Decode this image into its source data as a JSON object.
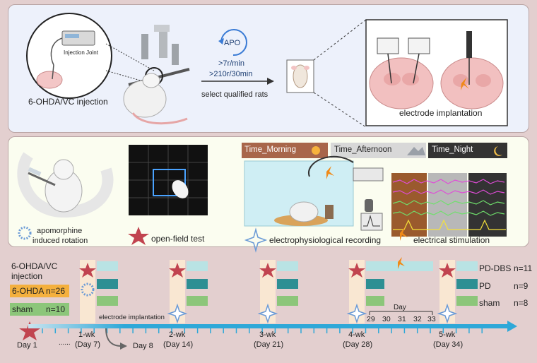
{
  "panel1": {
    "injection_joint": "Injection Joint",
    "injection_label": "6-OHDA/VC injection",
    "apo": "APO",
    "criteria_1": ">7r/min",
    "criteria_2": ">210r/30min",
    "select_label": "select qualified rats",
    "electrode_label": "electrode implantation"
  },
  "panel2": {
    "time_labels": [
      "Time_Morning",
      "Time_Afternoon",
      "Time_Night"
    ],
    "legend": {
      "apomorphine_1": "apomorphine",
      "apomorphine_2": "induced rotation",
      "open_field": "open-field test",
      "ephys": "electrophysiological recording",
      "stim": "electrical stimulation"
    }
  },
  "panel3": {
    "injection_1": "6-OHDA/VC",
    "injection_2": "injection",
    "group_6ohda": "6-OHDA",
    "group_6ohda_n": "n=26",
    "group_sham": "sham",
    "group_sham_n": "n=10",
    "electrode_implantation": "electrode implantation",
    "timepoints": [
      {
        "week": "1-wk",
        "day": "(Day 7)"
      },
      {
        "week": "2-wk",
        "day": "(Day 14)"
      },
      {
        "week": "3-wk",
        "day": "(Day 21)"
      },
      {
        "week": "4-wk",
        "day": "(Day 28)"
      },
      {
        "week": "5-wk",
        "day": "(Day 34)"
      }
    ],
    "day1": "Day 1",
    "ellipsis": "......",
    "day8": "Day 8",
    "day_header": "Day",
    "days": [
      "29",
      "30",
      "31",
      "32",
      "33"
    ],
    "groups": [
      {
        "name": "PD-DBS",
        "n": "n=11"
      },
      {
        "name": "PD",
        "n": "n=9"
      },
      {
        "name": "sham",
        "n": "n=8"
      }
    ]
  },
  "colors": {
    "page_bg": "#e3cfcf",
    "panel1_bg": "#edf1fb",
    "panel2_bg": "#fbfdf0",
    "teal": "#2d8f93",
    "light_cyan": "#b9e3e4",
    "green": "#8cc67a",
    "star_red": "#c1444f",
    "timeline_blue": "#2ea8d8",
    "orange_badge": "#f4b03e",
    "brown_band": "#9a5a2d",
    "gray_band": "#b8b8b8",
    "dark_band": "#333333"
  }
}
